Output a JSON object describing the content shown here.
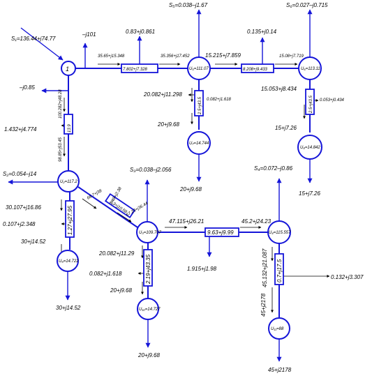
{
  "title": "",
  "nodes": {
    "n1": "1",
    "n2": "U₂=117.2",
    "n3": "U₃=109.707",
    "n4": "U₄=115.557",
    "n5": "U₅=111.07",
    "n6": "U₆=113.11",
    "n7": "U₇=14.744",
    "n8": "U₈=14.842",
    "n9": "U₉=14.722",
    "n10": "U₁₀=14.727",
    "n11": "U₁₁=88"
  },
  "branch_impedances": {
    "z12": "13.9",
    "z15": "7.802+j7.328",
    "z23": "8.3+j10.58",
    "z29": "1.27+j27.95",
    "z34": "9.63+j9.99",
    "z56": "8.208+j9.433",
    "z57": "2.5+j43.5",
    "z68": "2.5+j43.5",
    "z310": "2.19+j43.35",
    "z411": "0.7+j17.5"
  },
  "loads": {
    "s1": "S₁=136.44+j74.77",
    "s2": "S₂=0.054–j14",
    "s3": "S₃=0.038–j2.056",
    "s4": "S₄=0.072–j0.86",
    "s5": "S₅=0.038–j1.67",
    "s6": "S₆=0.027–j0.715"
  },
  "flows": {
    "f1": "–j101",
    "f2": "0.83+j0.861",
    "f3": "35.65+j15.348",
    "f4": "35.356+j17.452",
    "f5": "15.215+j7.859",
    "f6": "0.135+j0.14",
    "f7": "15.08+j7.719",
    "f8": "–j0.85",
    "f9": "100.282+j48.28",
    "f10": "1.432+j4.774",
    "f11": "98.85+j53.45",
    "f12": "20.082+j11.298",
    "f13": "0.082+j1.618",
    "f14": "20+j9.68",
    "f15": "20+j9.68",
    "f16": "15.053+j8.434",
    "f17": "0.053+j0.434",
    "f18": "15+j7.26",
    "f19": "15+j7.26",
    "f20": "68.7+j38",
    "f21": "1.48+j2.38",
    "f22": "67.23+j36.44",
    "f23": "30.107+j16.86",
    "f24": "0.107+j2.348",
    "f25": "30+j14.52",
    "f26": "30+j14.52",
    "f27": "47.115+j26.21",
    "f28": "45.2+j24.23",
    "f29": "1.915+j1.98",
    "f30": "20.082+j11.29",
    "f31": "0.082+j1.618",
    "f32": "20+j9.68",
    "f33": "20+j9.68",
    "f34": "45.132+j21.087",
    "f35": "0.132+j3.307",
    "f36": "45+j2178",
    "f37": "45+j2178"
  }
}
